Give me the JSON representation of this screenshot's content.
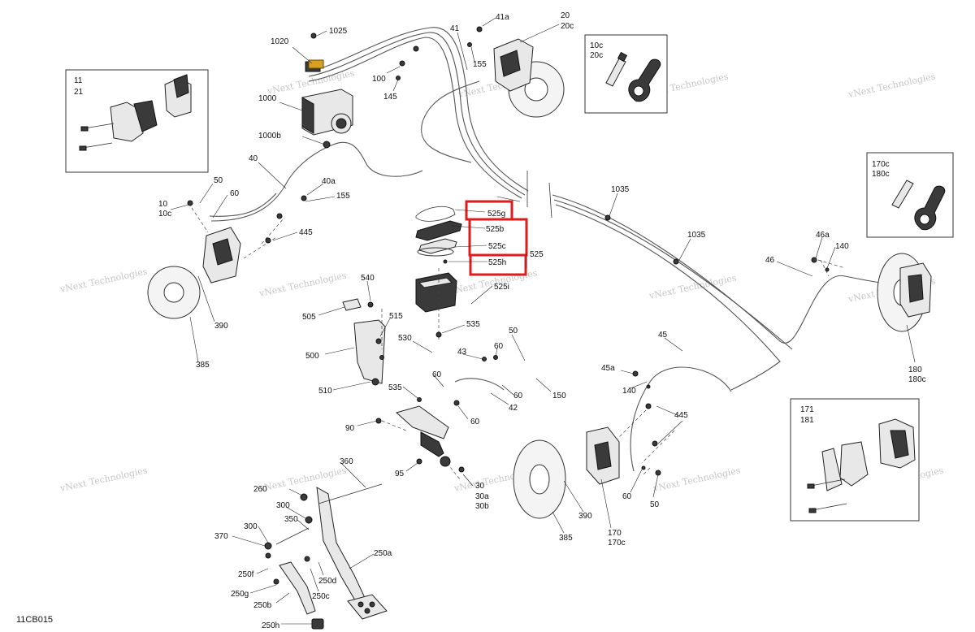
{
  "diagram_code": "11CB015",
  "watermark": "vNext Technologies",
  "highlight_color": "#e01b1b",
  "labels": {
    "l1025": "1025",
    "l1020": "1020",
    "l1000": "1000",
    "l1000b": "1000b",
    "l41": "41",
    "l41a": "41a",
    "l20": "20",
    "l20c": "20c",
    "l155a": "155",
    "l100": "100",
    "l145": "145",
    "l40": "40",
    "l40a": "40a",
    "l155b": "155",
    "l10": "10",
    "l10c": "10c",
    "l50a": "50",
    "l60a": "60",
    "l445a": "445",
    "l390a": "390",
    "l385a": "385",
    "l525g": "525g",
    "l525b": "525b",
    "l525c": "525c",
    "l525h": "525h",
    "l525": "525",
    "l525i": "525i",
    "l540": "540",
    "l505": "505",
    "l515": "515",
    "l535a": "535",
    "l530": "530",
    "l500": "500",
    "l510": "510",
    "l535b": "535",
    "l60b": "60",
    "l43": "43",
    "l50b": "50",
    "l60c": "60",
    "l60d": "60",
    "l42": "42",
    "l150": "150",
    "l90": "90",
    "l95": "95",
    "l360": "360",
    "l260": "260",
    "l300a": "300",
    "l350": "350",
    "l300b": "300",
    "l370": "370",
    "l30": "30",
    "l30a": "30a",
    "l30b": "30b",
    "l250a": "250a",
    "l250f": "250f",
    "l250d": "250d",
    "l250c": "250c",
    "l250g": "250g",
    "l250b": "250b",
    "l250h": "250h",
    "l1035a": "1035",
    "l1035b": "1035",
    "l46": "46",
    "l46a": "46a",
    "l140a": "140",
    "l180": "180",
    "l180c": "180c",
    "l45": "45",
    "l45a": "45a",
    "l140b": "140",
    "l445b": "445",
    "l60e": "60",
    "l50c": "50",
    "l170": "170",
    "l170c": "170c",
    "l390b": "390",
    "l385b": "385"
  },
  "insets": {
    "front_pads": {
      "line1": "11",
      "line2": "21"
    },
    "front_bleeder": {
      "line1": "10c",
      "line2": "20c"
    },
    "rear_bleeder": {
      "line1": "170c",
      "line2": "180c"
    },
    "rear_pads": {
      "line1": "171",
      "line2": "181"
    }
  },
  "highlighted_parts": [
    "525g",
    "525b",
    "525c",
    "525h"
  ]
}
